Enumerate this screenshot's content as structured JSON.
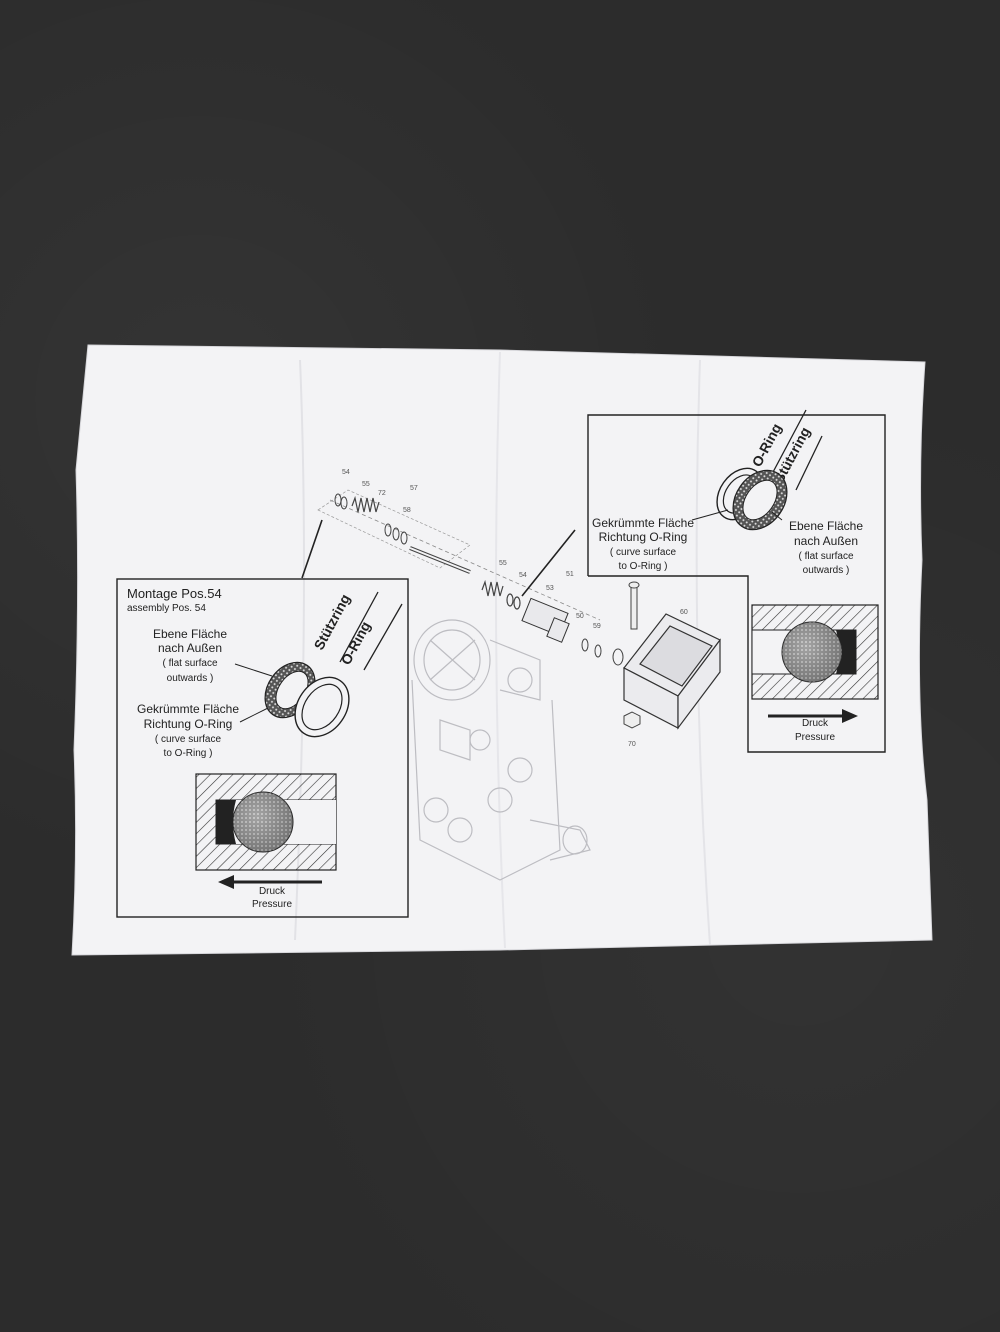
{
  "left_panel": {
    "title": "Montage Pos.54",
    "subtitle": "assembly Pos. 54",
    "flat_label_de_1": "Ebene Fläche",
    "flat_label_de_2": "nach Außen",
    "flat_label_en_1": "( flat surface",
    "flat_label_en_2": "outwards )",
    "curve_label_de_1": "Gekrümmte Fläche",
    "curve_label_de_2": "Richtung O-Ring",
    "curve_label_en_1": "( curve surface",
    "curve_label_en_2": "to O-Ring )",
    "ring_label_1": "Stützring",
    "ring_label_2": "O-Ring",
    "pressure_de": "Druck",
    "pressure_en": "Pressure"
  },
  "right_panel": {
    "curve_label_de_1": "Gekrümmte Fläche",
    "curve_label_de_2": "Richtung O-Ring",
    "curve_label_en_1": "( curve surface",
    "curve_label_en_2": "to O-Ring )",
    "flat_label_de_1": "Ebene Fläche",
    "flat_label_de_2": "nach Außen",
    "flat_label_en_1": "( flat surface",
    "flat_label_en_2": "outwards )",
    "ring_label_1": "O-Ring",
    "ring_label_2": "Stützring",
    "pressure_de": "Druck",
    "pressure_en": "Pressure"
  },
  "part_numbers": {
    "p54a": "54",
    "p55a": "55",
    "p72": "72",
    "p57": "57",
    "p58": "58",
    "p55b": "55",
    "p54b": "54",
    "p53": "53",
    "p51": "51",
    "p50": "50",
    "p59": "59",
    "p60": "60",
    "p70": "70"
  },
  "colors": {
    "paper": "#f4f4f6",
    "background": "#2c2c2c",
    "ink": "#222222"
  }
}
